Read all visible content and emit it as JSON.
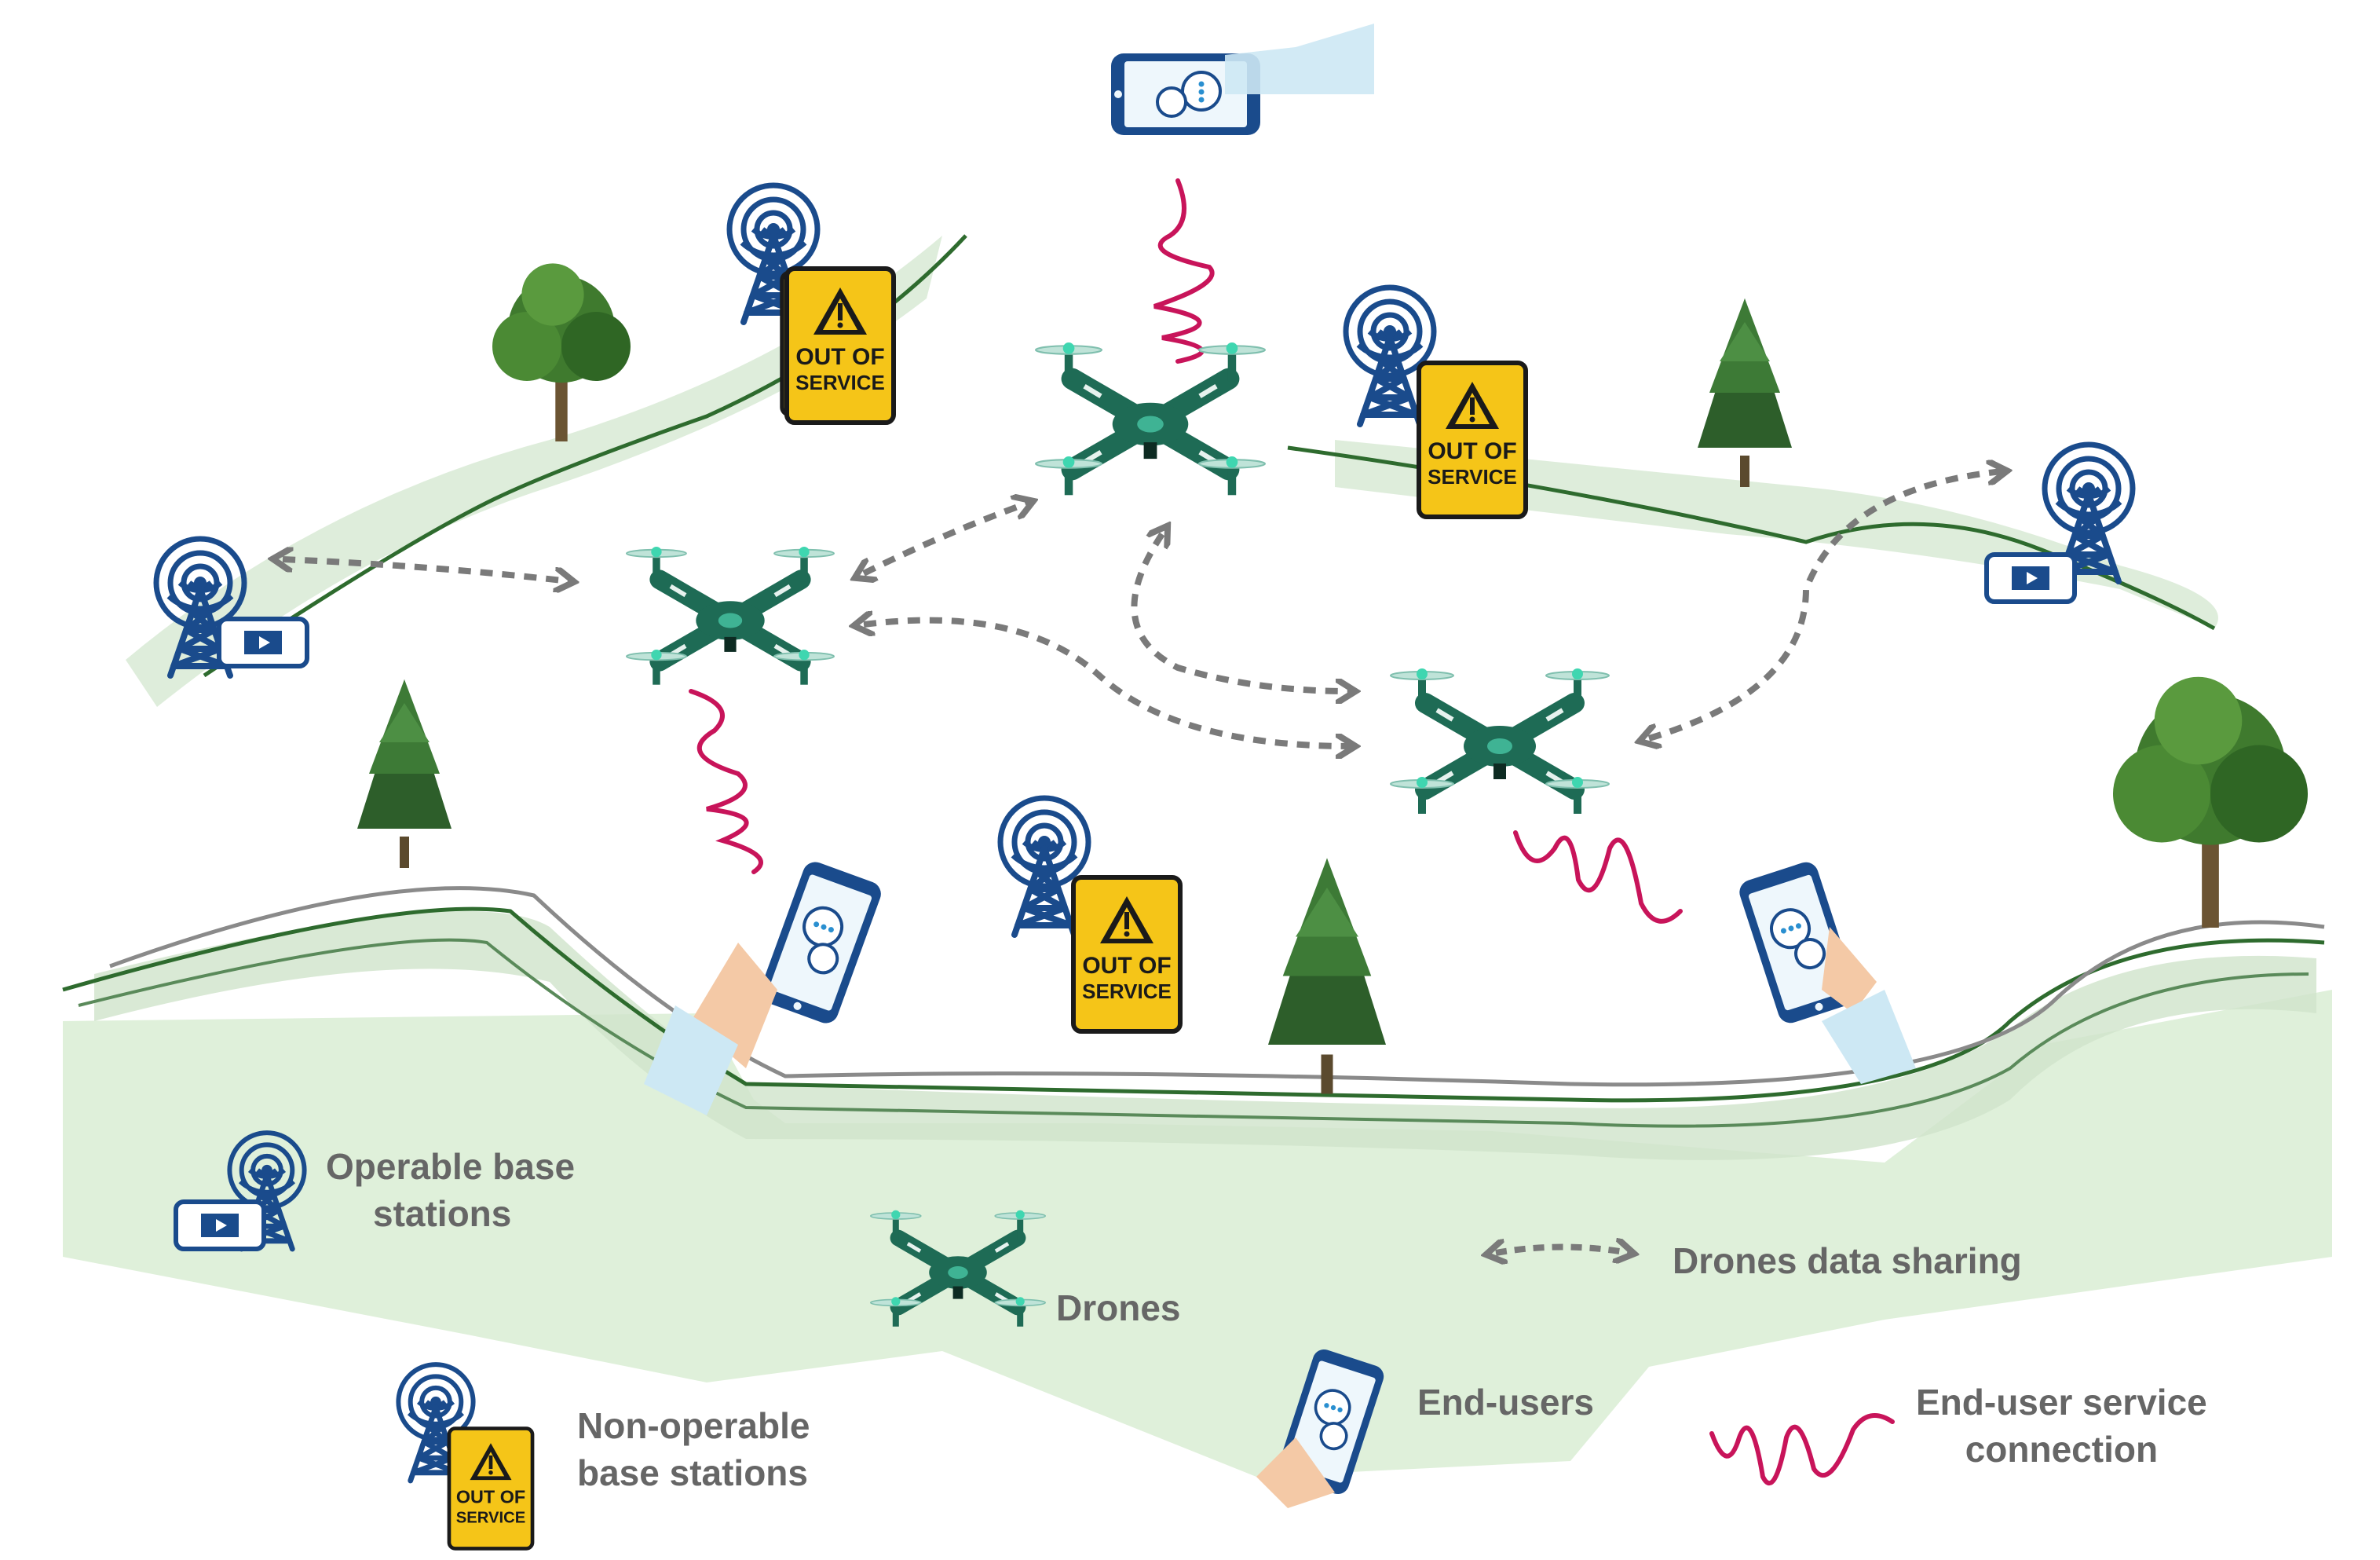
{
  "colors": {
    "tower": "#1a4b8c",
    "drone": "#1e6b55",
    "drone_light": "#2f8f72",
    "sign_bg": "#f5c518",
    "sign_text": "#1a1a1a",
    "service_wave": "#c8145a",
    "sharing_arrow": "#7a7a7a",
    "terrain": "#d6e8d2",
    "terrain_line": "#2e6b2e",
    "road": "#8a8a8a",
    "label": "#666666",
    "phone": "#1a4b8c",
    "phone_screen": "#e8f4fb",
    "skin": "#f4c9a6",
    "sleeve": "#cde8f4"
  },
  "icons": {
    "tower": "radio-tower-icon",
    "drone": "quadcopter-drone-icon",
    "sign": "out-of-service-warning-icon",
    "phone": "smartphone-chat-icon",
    "video": "video-play-icon",
    "tree": "tree-icon",
    "arrow": "double-headed-dashed-arrow-icon",
    "wave": "wireless-connection-wave-icon"
  },
  "signs": {
    "line1": "OUT OF",
    "line2": "SERVICE"
  },
  "legend": {
    "operable_line1": "Operable base",
    "operable_line2": "stations",
    "drones": "Drones",
    "sharing": "Drones data sharing",
    "nonoperable_line1": "Non-operable",
    "nonoperable_line2": "base stations",
    "endusers": "End-users",
    "service_line1": "End-user service",
    "service_line2": "connection"
  }
}
